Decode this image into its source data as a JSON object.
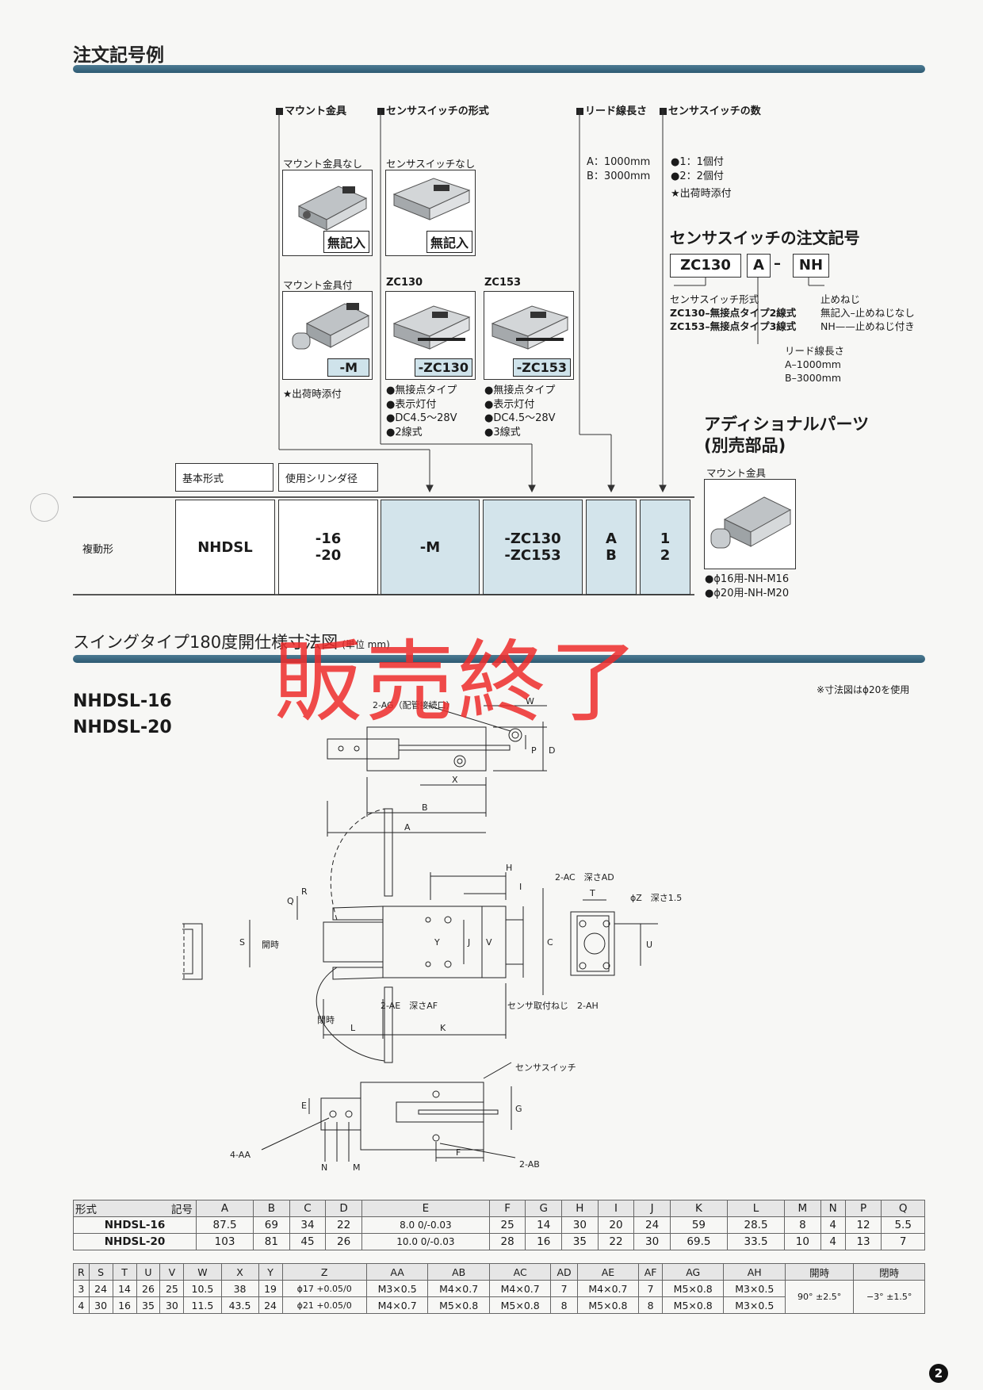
{
  "section1_title": "注文記号例",
  "categories": {
    "mount": "マウント金具",
    "sensor_type": "センサスイッチの形式",
    "lead": "リード線長さ",
    "sensor_count": "センサスイッチの数"
  },
  "mount_none": {
    "caption": "マウント金具なし",
    "tag": "無記入"
  },
  "mount_with": {
    "caption": "マウント金具付",
    "tag": "-M",
    "note": "★出荷時添付"
  },
  "sensor_none": {
    "caption": "センサスイッチなし",
    "tag": "無記入"
  },
  "zc130": {
    "caption": "ZC130",
    "tag": "-ZC130",
    "bullets": [
      "●無接点タイプ",
      "●表示灯付",
      "●DC4.5～28V",
      "●2線式"
    ]
  },
  "zc153": {
    "caption": "ZC153",
    "tag": "-ZC153",
    "bullets": [
      "●無接点タイプ",
      "●表示灯付",
      "●DC4.5～28V",
      "●3線式"
    ]
  },
  "lead_options": [
    "A：1000mm",
    "B：3000mm"
  ],
  "count_options": [
    "●1：1個付",
    "●2：2個付"
  ],
  "count_note": "★出荷時添付",
  "sensor_code": {
    "title": "センサスイッチの注文記号",
    "box1": "ZC130",
    "box2": "A",
    "dash": "–",
    "box3": "NH",
    "left_lines": [
      "センサスイッチ形式",
      "ZC130–無接点タイプ2線式",
      "ZC153–無接点タイプ3線式"
    ],
    "right_lines": [
      "止めねじ",
      "無記入–止めねじなし",
      "NH——止めねじ付き"
    ],
    "lead_lines": [
      "リード線長さ",
      "A–1000mm",
      "B–3000mm"
    ]
  },
  "additional": {
    "title1": "アディショナルパーツ",
    "title2": "(別売部品)",
    "caption": "マウント金具",
    "items": [
      "●ϕ16用-NH-M16",
      "●ϕ20用-NH-M20"
    ]
  },
  "code_row": {
    "label_basic": "基本形式",
    "label_bore": "使用シリンダ径",
    "type": "複動形",
    "model": "NHDSL",
    "bore": [
      "-16",
      "-20"
    ],
    "mount": "-M",
    "sensor": [
      "-ZC130",
      "-ZC153"
    ],
    "lead": [
      "A",
      "B"
    ],
    "count": [
      "1",
      "2"
    ]
  },
  "section2_title": "スイングタイプ180度開仕様寸法図",
  "section2_unit": "(単位 mm)",
  "models": [
    "NHDSL-16",
    "NHDSL-20"
  ],
  "drawing_note": "※寸法図はϕ20を使用",
  "stamp": "販売終了",
  "drawing_labels": {
    "ag": "2-AG（配管接続口）",
    "w": "W",
    "p": "P",
    "d": "D",
    "x": "X",
    "b": "B",
    "a": "A",
    "h": "H",
    "i": "I",
    "j": "J",
    "v": "V",
    "c": "C",
    "y": "Y",
    "s": "S",
    "q": "Q",
    "r": "R",
    "open": "開時",
    "close": "閉時",
    "l": "L",
    "k": "K",
    "ae": "2-AE　深さAF",
    "ah": "センサ取付ねじ　2-AH",
    "ac": "2-AC　深さAD",
    "t": "T",
    "z": "ϕZ　深さ1.5",
    "u": "U",
    "sensor_switch": "センサスイッチ",
    "e": "E",
    "g": "G",
    "aa": "4-AA",
    "n": "N",
    "m": "M",
    "f": "F",
    "ab": "2-AB"
  },
  "table1": {
    "corner_left": "形式",
    "corner_right": "記号",
    "headers": [
      "A",
      "B",
      "C",
      "D",
      "E",
      "F",
      "G",
      "H",
      "I",
      "J",
      "K",
      "L",
      "M",
      "N",
      "P",
      "Q"
    ],
    "rows": [
      {
        "name": "NHDSL-16",
        "values": [
          "87.5",
          "69",
          "34",
          "22",
          "8.0 0/-0.03",
          "25",
          "14",
          "30",
          "20",
          "24",
          "59",
          "28.5",
          "8",
          "4",
          "12",
          "5.5"
        ]
      },
      {
        "name": "NHDSL-20",
        "values": [
          "103",
          "81",
          "45",
          "26",
          "10.0 0/-0.03",
          "28",
          "16",
          "35",
          "22",
          "30",
          "69.5",
          "33.5",
          "10",
          "4",
          "13",
          "7"
        ]
      }
    ]
  },
  "table2": {
    "headers": [
      "R",
      "S",
      "T",
      "U",
      "V",
      "W",
      "X",
      "Y",
      "Z",
      "AA",
      "AB",
      "AC",
      "AD",
      "AE",
      "AF",
      "AG",
      "AH",
      "開時",
      "閉時"
    ],
    "rows": [
      [
        "3",
        "24",
        "14",
        "26",
        "25",
        "10.5",
        "38",
        "19",
        "ϕ17 +0.05/0",
        "M3×0.5",
        "M4×0.7",
        "M4×0.7",
        "7",
        "M4×0.7",
        "7",
        "M5×0.8",
        "M3×0.5"
      ],
      [
        "4",
        "30",
        "16",
        "35",
        "30",
        "11.5",
        "43.5",
        "24",
        "ϕ21 +0.05/0",
        "M4×0.7",
        "M5×0.8",
        "M5×0.8",
        "8",
        "M5×0.8",
        "8",
        "M5×0.8",
        "M3×0.5"
      ]
    ],
    "open": "90° ±2.5°",
    "close": "−3° ±1.5°"
  },
  "page_number": "2"
}
